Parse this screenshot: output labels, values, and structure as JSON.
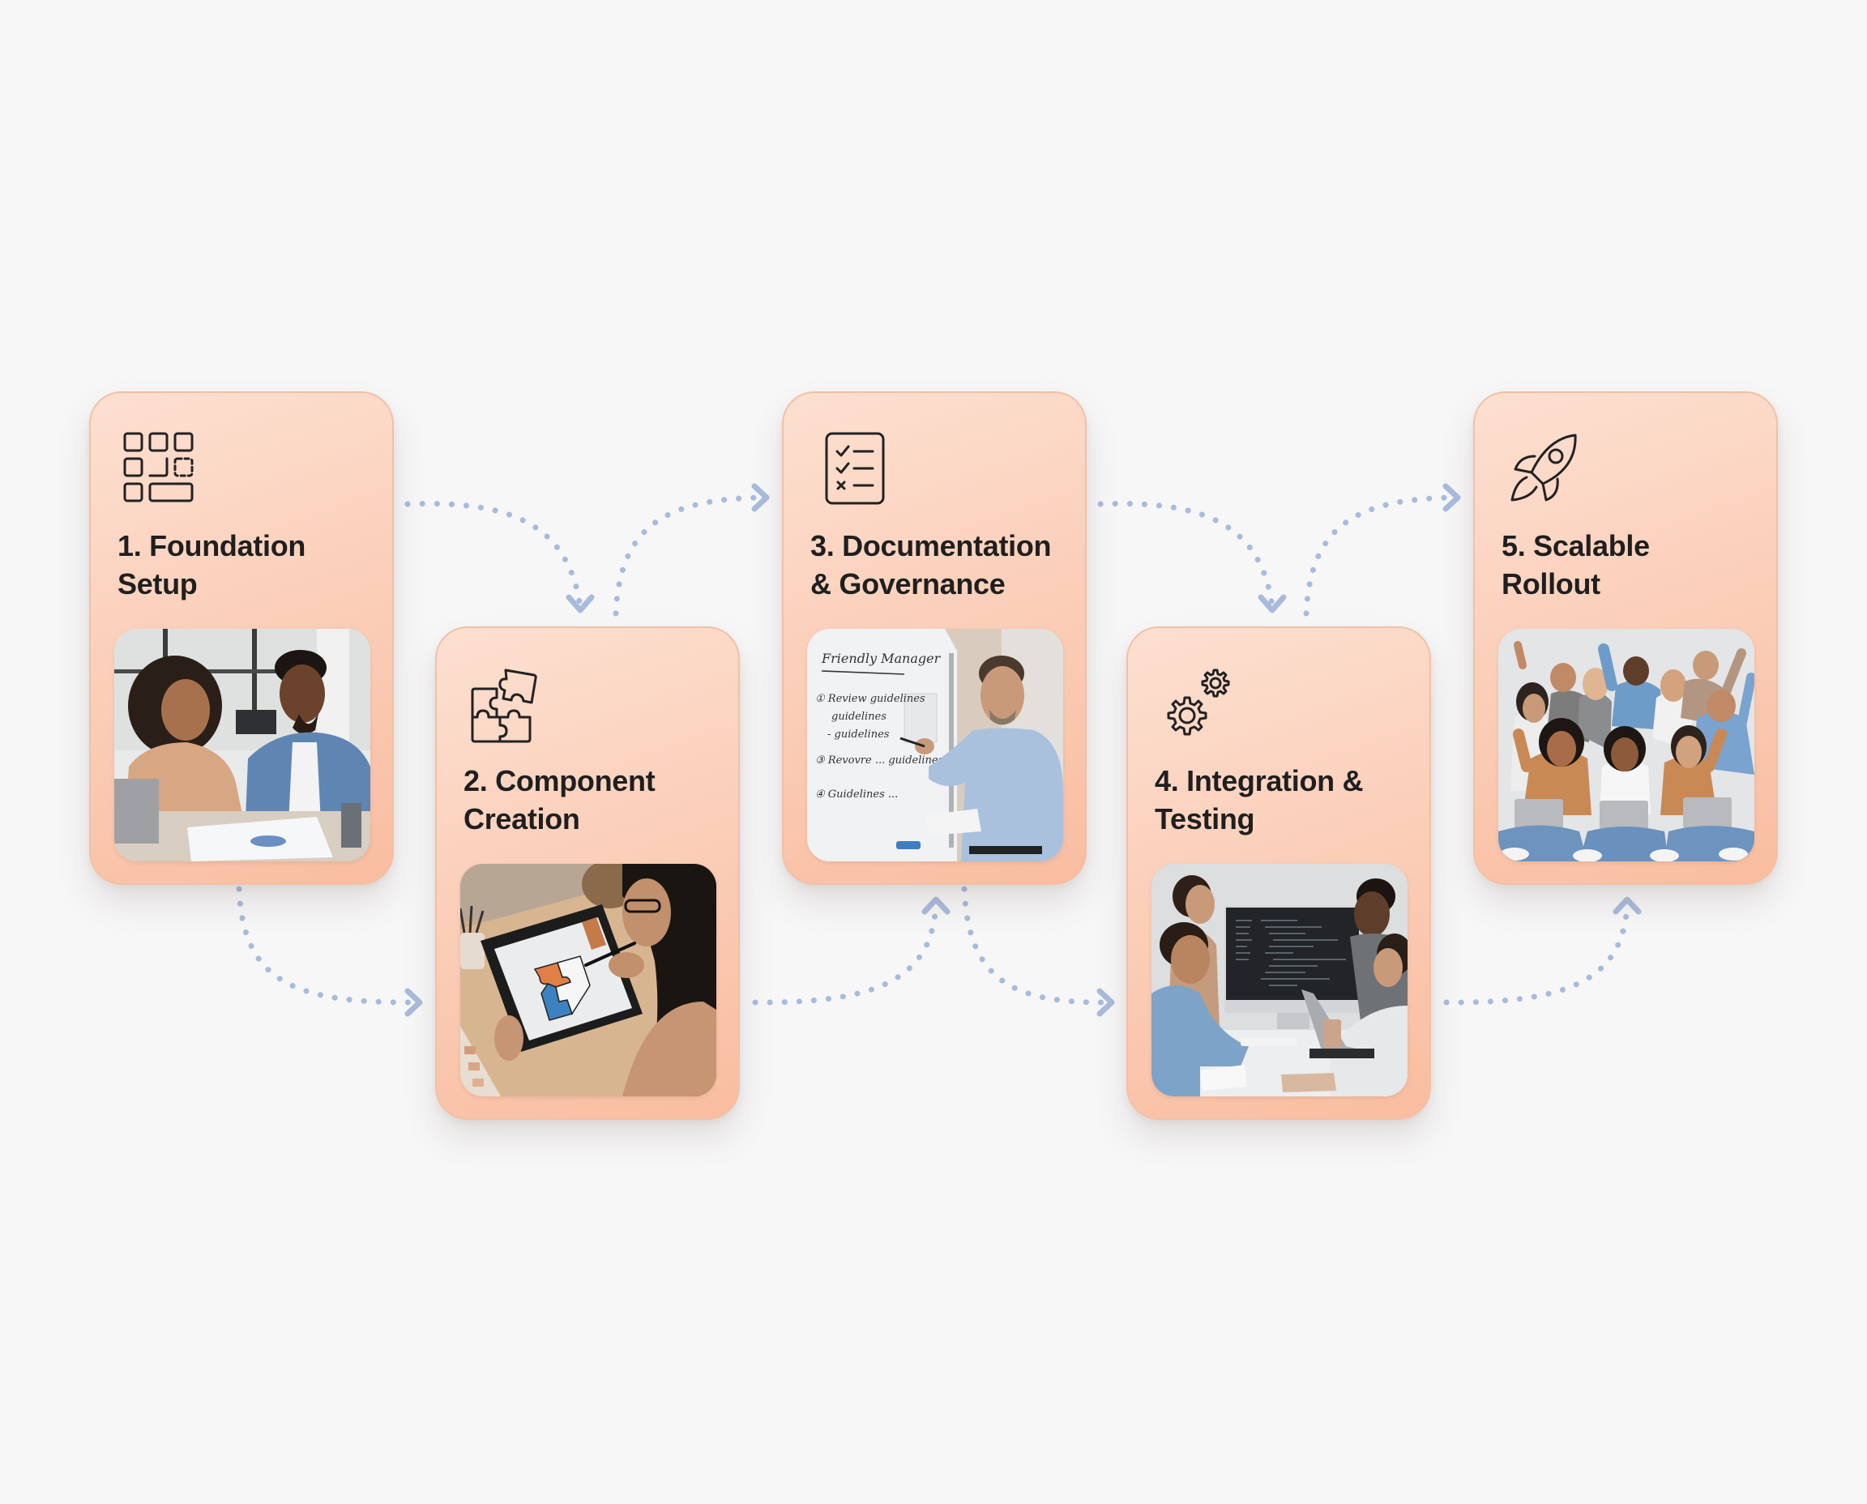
{
  "diagram": {
    "type": "process-flow",
    "accent_colors": {
      "card_top": "#fde0d1",
      "card_bottom": "#f9bda0",
      "card_border": "#f1c0a6",
      "arrow": "#a9bbdc",
      "text": "#1f1f1f",
      "background": "#f7f7f8"
    },
    "steps": [
      {
        "number": "1",
        "title_line1": "1. Foundation",
        "title_line2": "Setup",
        "icon": "grid-layout-icon",
        "photo": "two colleagues smiling at a desk reviewing printed charts with a laptop"
      },
      {
        "number": "2",
        "title_line1": "2. Component",
        "title_line2": "Creation",
        "icon": "puzzle-icon",
        "photo": "person drawing puzzle pieces on a tablet with a stylus"
      },
      {
        "number": "3",
        "title_line1": "3. Documentation",
        "title_line2": "& Governance",
        "icon": "checklist-icon",
        "photo": "man presenting at a whiteboard",
        "whiteboard": {
          "heading": "Friendly Manager",
          "lines": [
            "① Review guidelines",
            "guidelines",
            "- guidelines",
            "③ Revovre ... guidelines",
            "④ Guidelines ..."
          ]
        }
      },
      {
        "number": "4",
        "title_line1": "4. Integration &",
        "title_line2": "Testing",
        "icon": "gears-icon",
        "photo": "team reviewing code on a large monitor"
      },
      {
        "number": "5",
        "title_line1": "5. Scalable",
        "title_line2": "Rollout",
        "icon": "rocket-icon",
        "photo": "celebrating group of people with laptops raising fists"
      }
    ],
    "connectors": [
      {
        "from": "1",
        "to": "2",
        "style": "dotted-curve",
        "route": "top"
      },
      {
        "from": "1",
        "to": "2",
        "style": "dotted-curve",
        "route": "bottom"
      },
      {
        "from": "2",
        "to": "3",
        "style": "dotted-curve",
        "route": "top"
      },
      {
        "from": "2",
        "to": "3",
        "style": "dotted-curve",
        "route": "bottom"
      },
      {
        "from": "3",
        "to": "4",
        "style": "dotted-curve",
        "route": "top"
      },
      {
        "from": "3",
        "to": "4",
        "style": "dotted-curve",
        "route": "bottom"
      },
      {
        "from": "4",
        "to": "5",
        "style": "dotted-curve",
        "route": "top"
      },
      {
        "from": "4",
        "to": "5",
        "style": "dotted-curve",
        "route": "bottom"
      }
    ]
  }
}
